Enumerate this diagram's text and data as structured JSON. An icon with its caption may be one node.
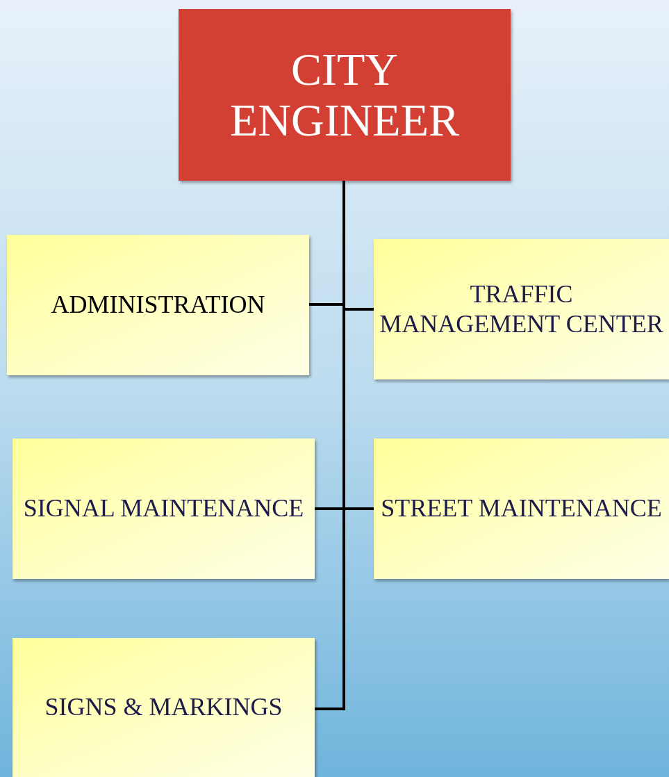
{
  "diagram": {
    "nodes": [
      {
        "text": [
          "CITY ENGINEER"
        ]
      },
      {
        "text": [
          "ADMINISTRATION"
        ]
      },
      {
        "text": [
          "TRAFFIC MANAGEMENT CENTER"
        ]
      },
      {
        "text": [
          "SIGNAL MAINTENANCE"
        ]
      },
      {
        "text": [
          "STREET MAINTENANCE"
        ]
      },
      {
        "text": [
          "SIGNS & MARKINGS"
        ]
      }
    ],
    "edges": [
      {
        "from": 0,
        "to": 1,
        "arrow": "none"
      },
      {
        "from": 0,
        "to": 2,
        "arrow": "none"
      },
      {
        "from": 0,
        "to": 3,
        "arrow": "none"
      },
      {
        "from": 0,
        "to": 4,
        "arrow": "none"
      },
      {
        "from": 0,
        "to": 5,
        "arrow": "none"
      }
    ]
  }
}
